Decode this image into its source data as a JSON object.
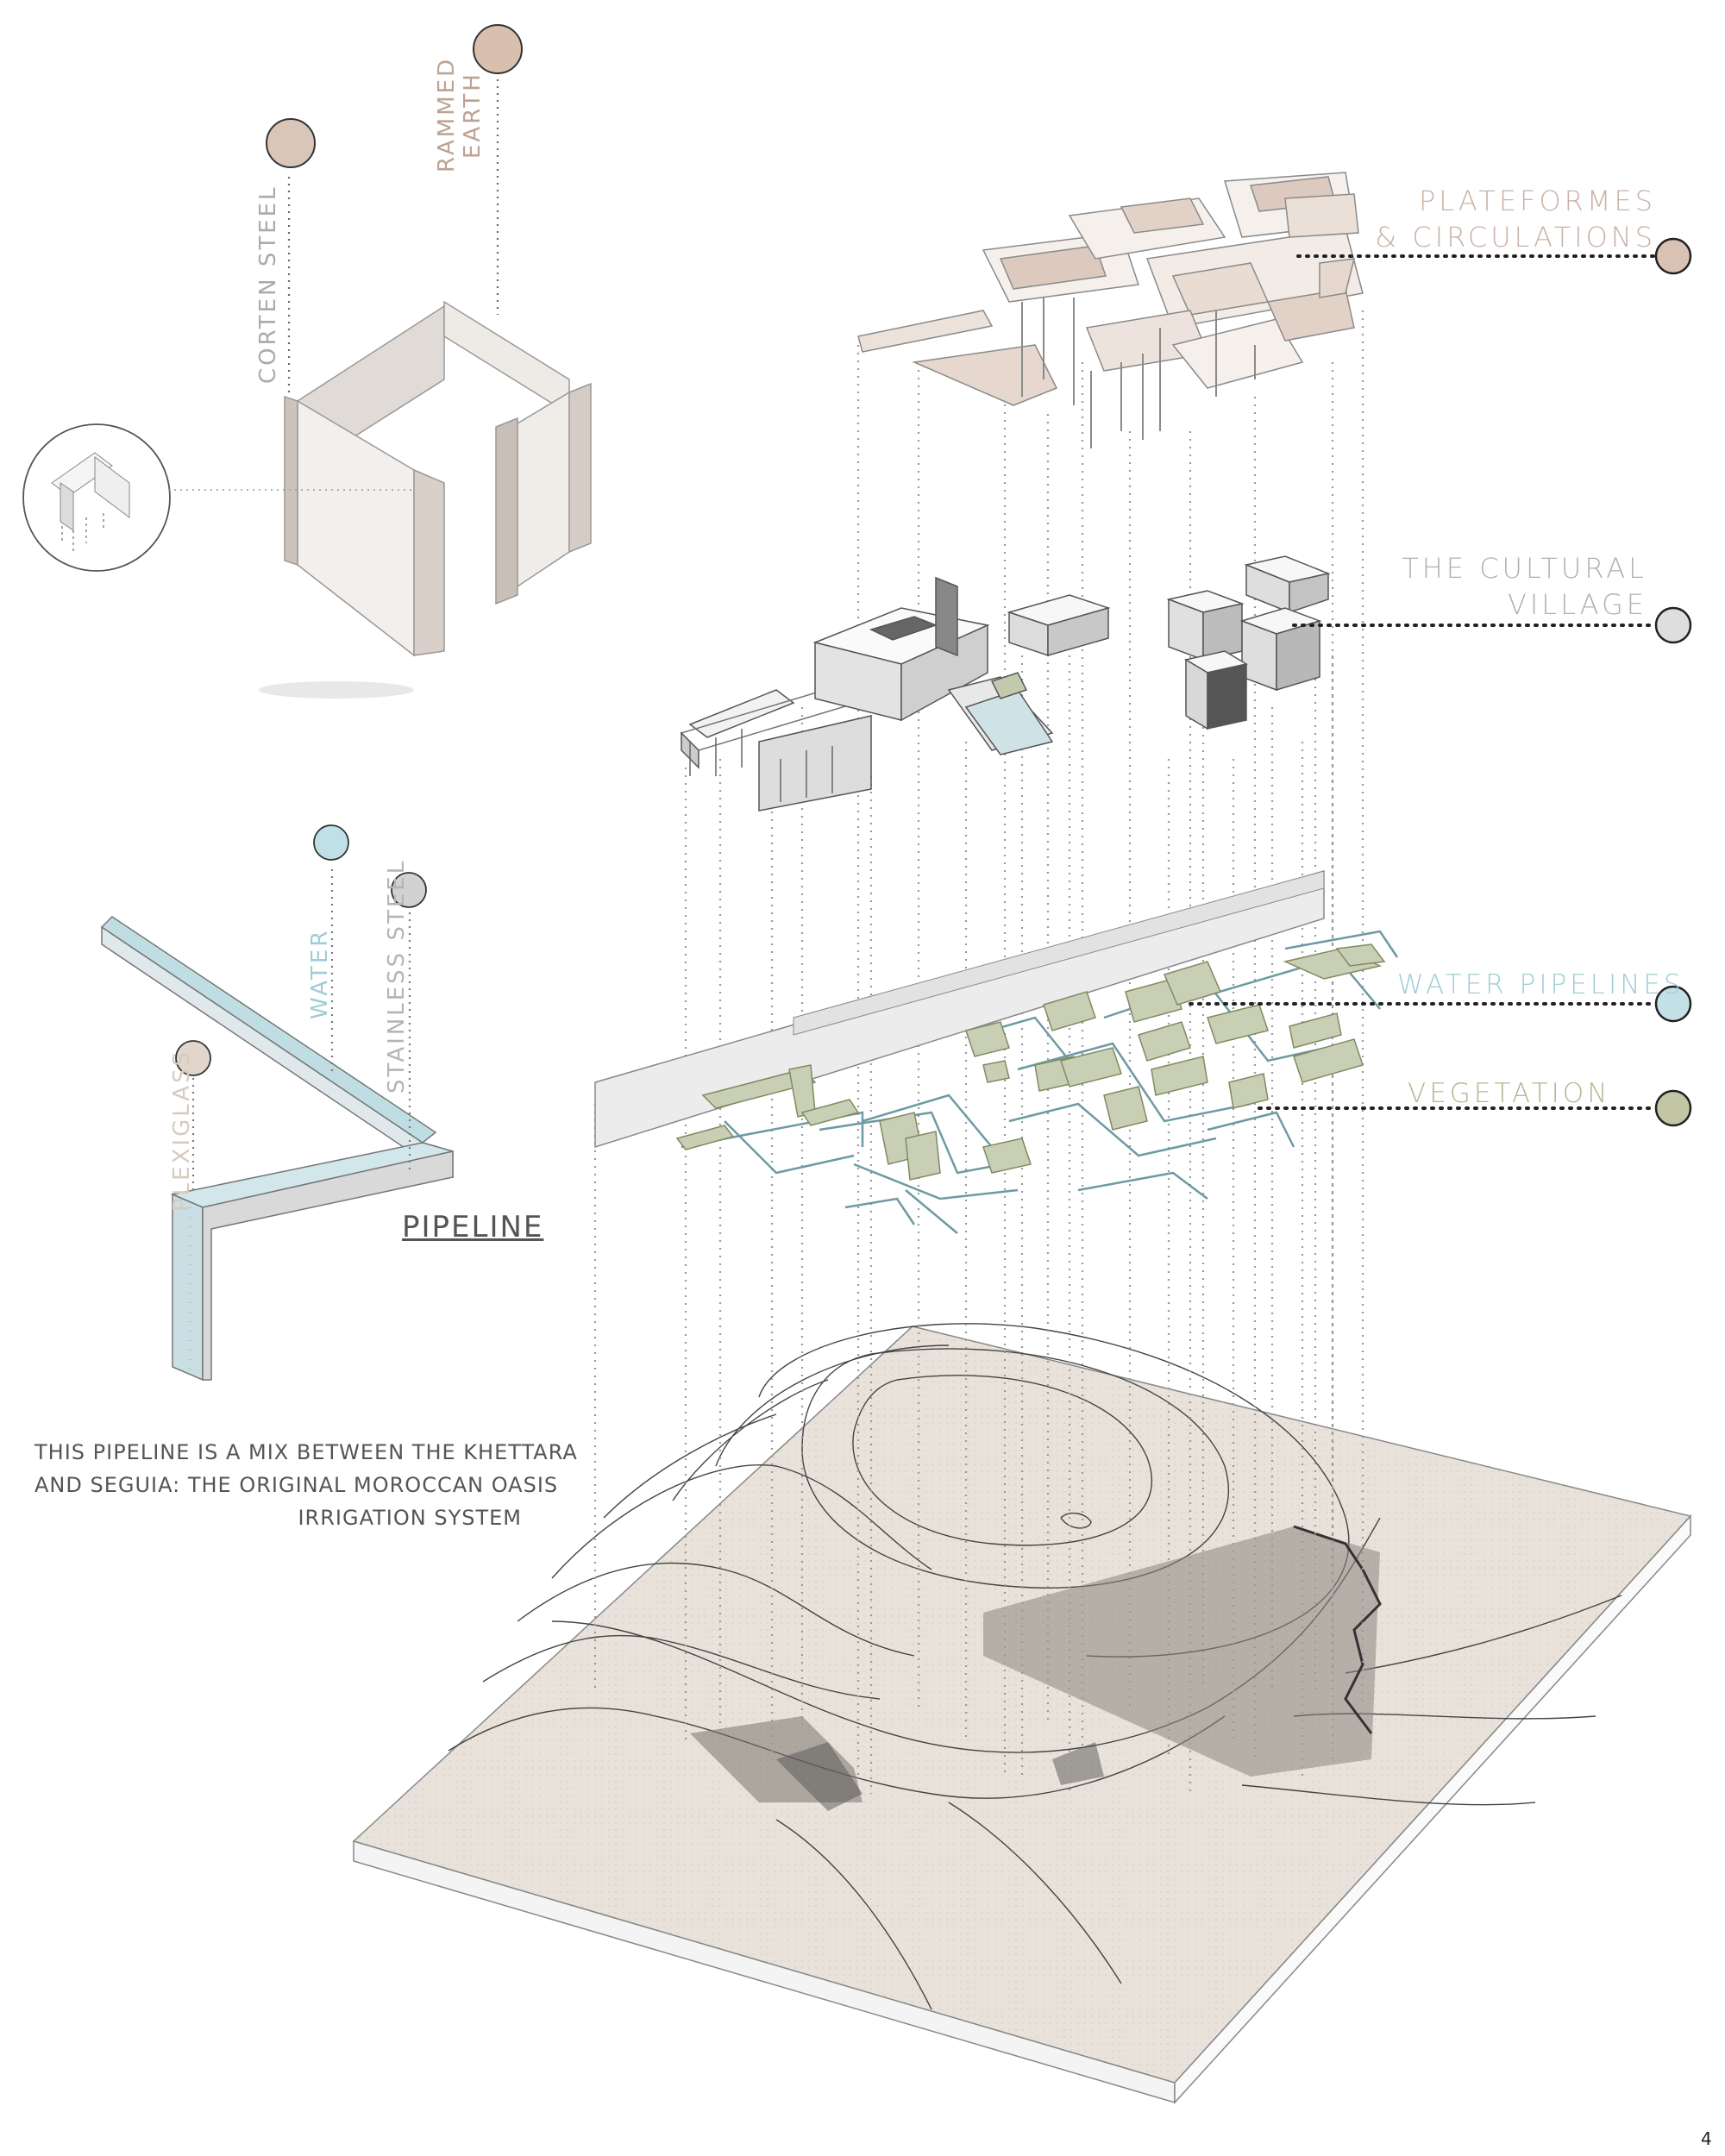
{
  "colors": {
    "corten_steel": "#d8c7bd",
    "rammed_earth": "#d6bfb1",
    "platforms": "#d8c3b6",
    "cultural_village": "#dcdcdc",
    "water": "#bfdde3",
    "stainless_steel": "#d0d0d0",
    "plexiglass": "#e3d9cf",
    "vegetation": "#c3cbae",
    "terrain": "#e6e0d8",
    "label_pink": "#c9b1a6",
    "label_grey": "#a9a9a9",
    "label_blue": "#9fcdd6",
    "label_green": "#b5b690"
  },
  "labels": {
    "plateformes_line1": "PLATEFORMES",
    "plateformes_line2": "& CIRCULATIONS",
    "cultural_line1": "THE CULTURAL",
    "cultural_line2": "VILLAGE",
    "water_pipelines": "WATER PIPELINES",
    "vegetation": "VEGETATION"
  },
  "materials": {
    "corten_steel": "CORTEN STEEL",
    "rammed_earth_line1": "RAMMED",
    "rammed_earth_line2": "EARTH",
    "water": "WATER",
    "stainless_steel": "STAINLESS STEEL",
    "plexiglass": "PLEXIGLASS"
  },
  "pipeline_title": "PIPELINE",
  "description": [
    "THIS PIPELINE IS A MIX BETWEEN THE KHETTARA",
    "AND SEGUIA: THE ORIGINAL MOROCCAN OASIS",
    "IRRIGATION SYSTEM"
  ],
  "page_number": "4"
}
